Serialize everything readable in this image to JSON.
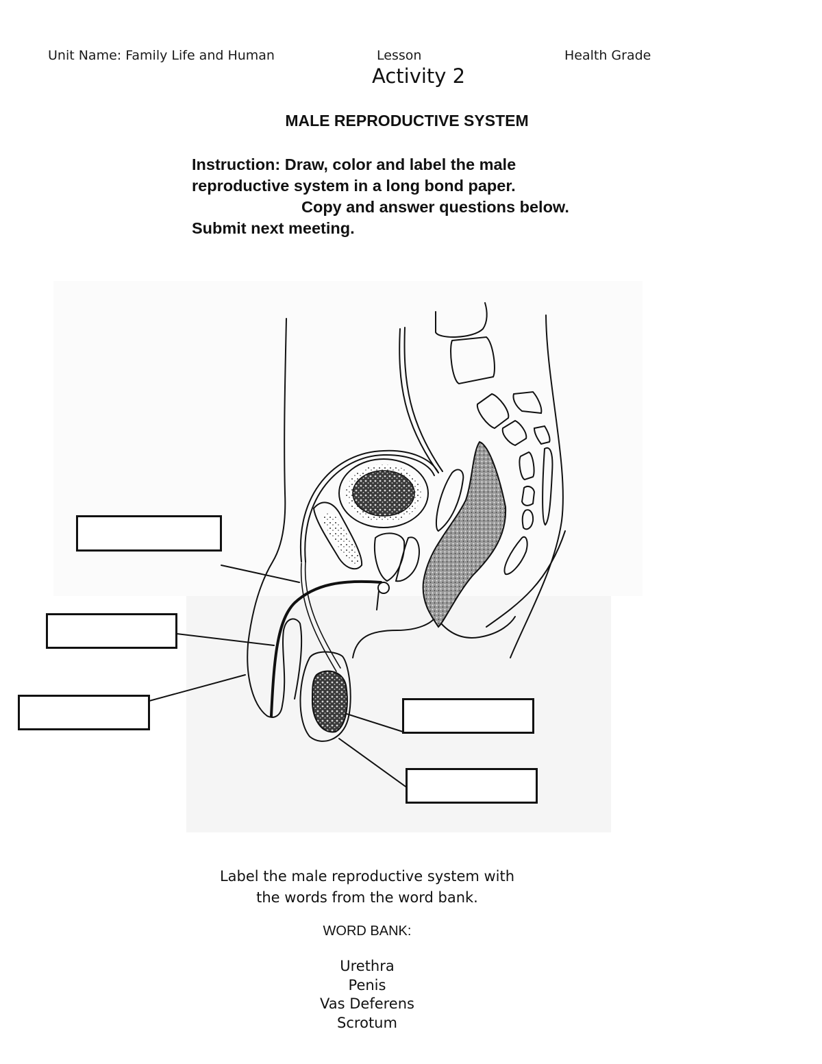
{
  "header": {
    "unit_name": "Unit Name:  Family Life and Human",
    "lesson": "Lesson",
    "grade": "Health Grade",
    "activity": "Activity 2"
  },
  "title": "MALE REPRODUCTIVE SYSTEM",
  "instructions": {
    "line1": "Instruction: Draw, color and label the male",
    "line2": "reproductive system in a long bond paper.",
    "line3": "Copy and answer questions below.",
    "line4": "Submit next meeting."
  },
  "diagram": {
    "description": "Sagittal cross-section line drawing of the male reproductive system with 5 blank label boxes",
    "label_boxes": [
      {
        "id": 1,
        "value": "",
        "points_to": "vas deferens tube (upper left)"
      },
      {
        "id": 2,
        "value": "",
        "points_to": "urethra in penis (middle left)"
      },
      {
        "id": 3,
        "value": "",
        "points_to": "penis (lower left)"
      },
      {
        "id": 4,
        "value": "",
        "points_to": "testis (lower right)"
      },
      {
        "id": 5,
        "value": "",
        "points_to": "scrotum (bottom right)"
      }
    ]
  },
  "footer": {
    "line1": "Label the male reproductive system with",
    "line2": "the words from the word bank."
  },
  "word_bank": {
    "title": "WORD BANK:",
    "words": [
      "Urethra",
      "Penis",
      "Vas Deferens",
      "Scrotum"
    ]
  }
}
